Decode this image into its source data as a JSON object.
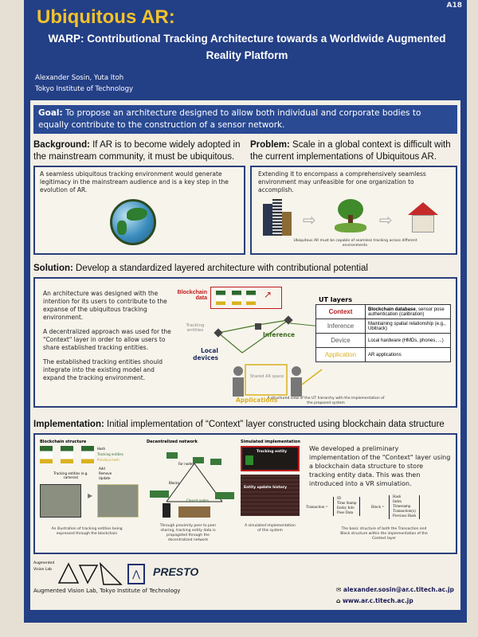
{
  "poster_tag": "A18",
  "title": "Ubiquitous AR:",
  "subtitle": "WARP: Contributional Tracking Architecture towards a Worldwide Augmented Reality Platform",
  "authors": "Alexander Sosin, Yuta Itoh",
  "affiliation": "Tokyo Institute of Technology",
  "goal": {
    "label": "Goal:",
    "text": " To propose an architecture designed to allow both individual and corporate bodies to equally contribute to the construction of a sensor network."
  },
  "background": {
    "label": "Background:",
    "text": " If AR is to become widely adopted in the mainstream community, it must be ubiquitous.",
    "body": "A seamless ubiquitous tracking environment would generate legitimacy in the mainstream audience and is a key step in the evolution of AR."
  },
  "problem": {
    "label": "Problem:",
    "text": " Scale in a global context is difficult with the current implementations of Ubiquitous AR.",
    "body": "Extending it to encompass a comprehensively seamless environment may unfeasible for one organization to accomplish.",
    "caption": "Ubiquitous AR must be capable of seamless tracking across different environments."
  },
  "solution": {
    "label": "Solution:",
    "text": " Develop a standardized layered architecture with contributional potential",
    "paragraphs": [
      "An architecture was designed with the intention for its users to contribute to the expanse of the ubiquitous tracking environment.",
      "A decentralized approach was used for the \"Context\" layer in order to allow users to share established tracking entities.",
      "The established tracking entities should integrate into the existing model and expand the tracking environment."
    ],
    "diagram": {
      "blockchain_data": "Blockchain data",
      "tracking_entities": "Tracking entities",
      "inference": "Inference",
      "local_devices": "Local devices",
      "shared_space": "Shared AR space",
      "applications": "Applications",
      "ut_layers": "UT layers",
      "layers": [
        {
          "name": "Context",
          "desc_bold": "Blockchain database",
          "desc": ", sensor pose authentication (calibration)",
          "color": "#b01c1c"
        },
        {
          "name": "Inference",
          "desc_bold": "",
          "desc": "Maintaining spatial relationship (e.g., Ubitrack)",
          "color": "#555555"
        },
        {
          "name": "Device",
          "desc_bold": "",
          "desc": "Local hardware (HMDs, phones, ...)",
          "color": "#555555"
        },
        {
          "name": "Application",
          "desc_bold": "",
          "desc": "AR applications",
          "color": "#d9b21f"
        }
      ]
    },
    "caption": "A structured view of the UT hierarchy with the implementation of the proposed system"
  },
  "implementation": {
    "label": "Implementation:",
    "text": " Initial implementation of “Context” layer constructed using blockchain data structure",
    "fig1": {
      "title": "Blockchain structure",
      "labels": [
        "Hash",
        "Tracking entities",
        "Previous hash",
        "Tracking entities (e.g. cameras)",
        "Add",
        "Remove",
        "Update"
      ],
      "caption": "An illustration of tracking entities being expressed through the blockchain"
    },
    "fig2": {
      "title": "Decentralized network",
      "labels": [
        "Far nodes",
        "Blocks",
        "Closest nodes"
      ],
      "caption": "Through proximity peer to peer sharing, tracking entity data is propagated through the decentralized network"
    },
    "fig3": {
      "title": "Simulated implementation",
      "labels": [
        "Tracking entity",
        "Entity update history"
      ],
      "caption": "A simulated implementation of this system"
    },
    "body": "We developed a preliminary implementation of the \"Context\" layer using a blockchain data structure to store tracking entity data. This was then introduced into a VR simulation.",
    "transaction_label": "Transaction =",
    "transaction_fields": [
      "ID",
      "Time Stamp",
      "Entity Info",
      "Pose Data"
    ],
    "block_label": "Block =",
    "block_fields": [
      "Hash",
      "Index",
      "Timestamp",
      "Transaction(s)",
      "Previous Hash"
    ],
    "formula_caption": "The basic structure of both the Transaction and Block structure within the implementation of the Context layer"
  },
  "footer": {
    "lab_logo": "Augmented Vision Lab",
    "presto": "PRESTO",
    "lab_name": "Augmented Vision Lab, Tokyo Institute of Technology",
    "email": "alexander.sosin@ar.c.titech.ac.jp",
    "website": "www.ar.c.titech.ac.jp"
  }
}
